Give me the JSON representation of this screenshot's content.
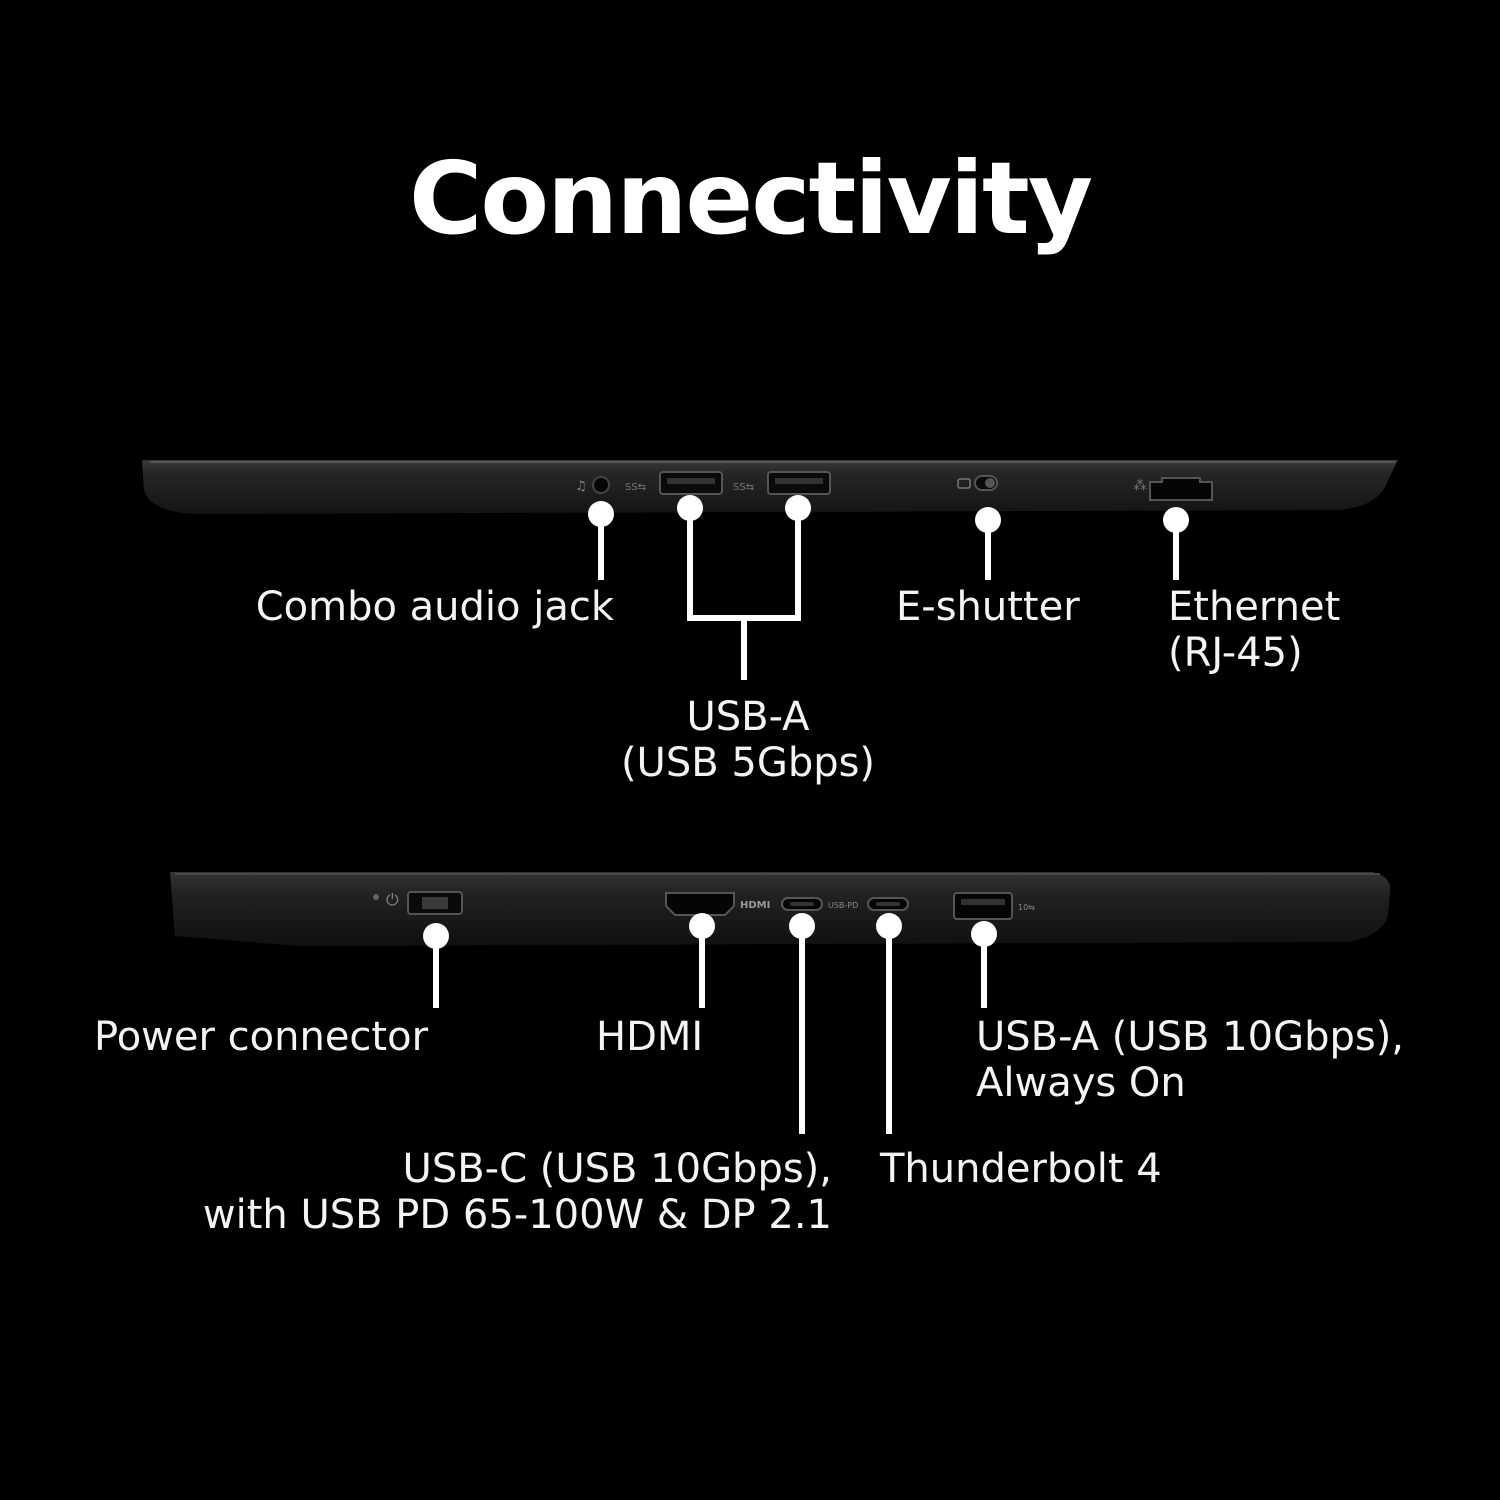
{
  "title": "Connectivity",
  "colors": {
    "background": "#000000",
    "text": "#ffffff",
    "chassis": "#2a2a2a"
  },
  "top_side": {
    "ports": [
      {
        "name": "combo-audio-jack",
        "label": "Combo audio jack"
      },
      {
        "name": "usb-a-5gbps",
        "label_line1": "USB-A",
        "label_line2": "(USB 5Gbps)"
      },
      {
        "name": "e-shutter",
        "label": "E-shutter"
      },
      {
        "name": "ethernet",
        "label_line1": "Ethernet",
        "label_line2": "(RJ-45)"
      }
    ],
    "chassis_marks": {
      "ss1": "SS⇆",
      "ss2": "SS⇆"
    }
  },
  "bottom_side": {
    "ports": [
      {
        "name": "power-connector",
        "label": "Power connector"
      },
      {
        "name": "hdmi",
        "label": "HDMI"
      },
      {
        "name": "usb-c-10gbps",
        "label_line1": "USB-C (USB 10Gbps),",
        "label_line2": "with USB PD 65-100W & DP 2.1"
      },
      {
        "name": "thunderbolt-4",
        "label": "Thunderbolt 4"
      },
      {
        "name": "usb-a-10gbps",
        "label_line1": "USB-A (USB 10Gbps),",
        "label_line2": "Always On"
      }
    ],
    "chassis_marks": {
      "hdmi": "HDMI",
      "usb_pd": "USB-PD",
      "usb10": "10⇆"
    }
  }
}
